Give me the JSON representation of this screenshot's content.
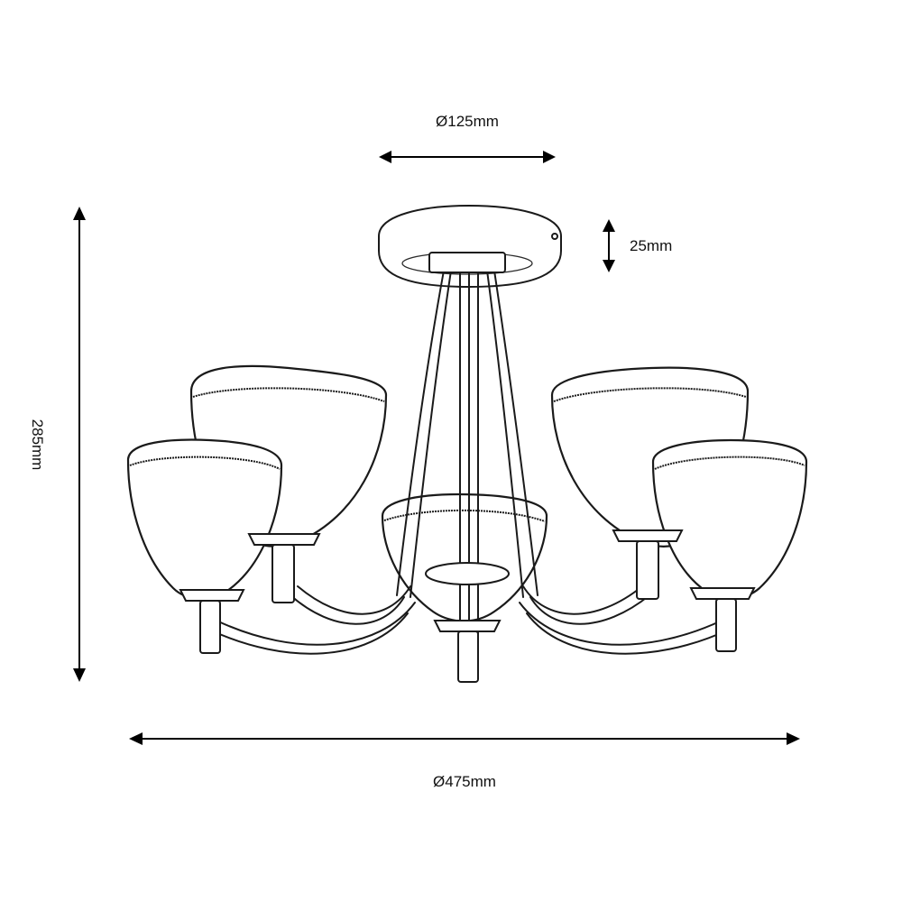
{
  "dimensions": {
    "canopy_diameter": "Ø125mm",
    "canopy_height": "25mm",
    "overall_height": "285mm",
    "overall_diameter": "Ø475mm"
  }
}
